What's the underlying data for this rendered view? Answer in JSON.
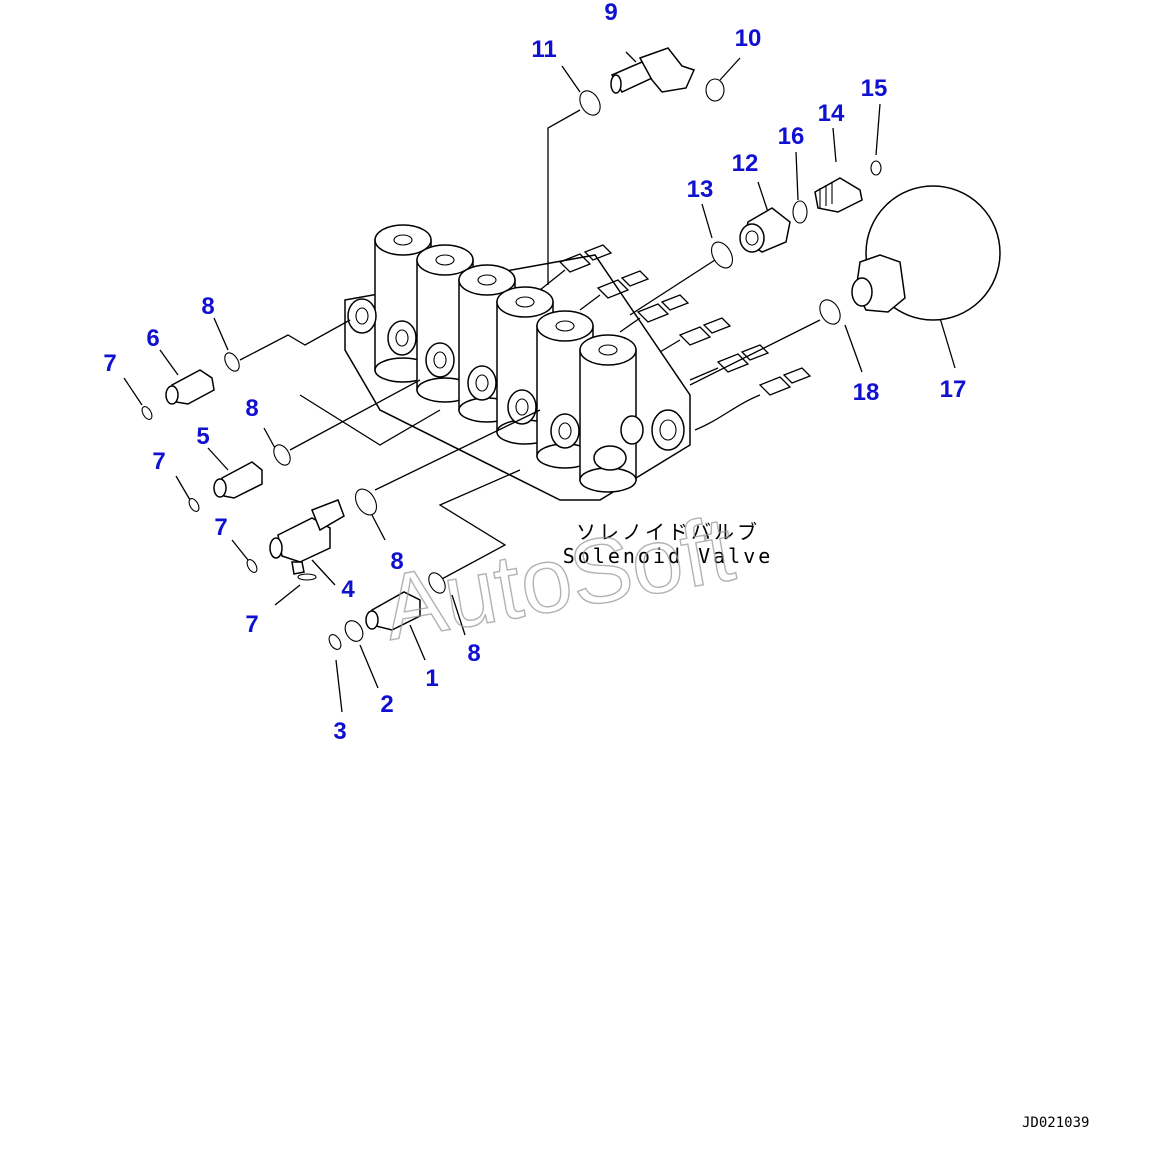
{
  "callouts": [
    {
      "id": "1",
      "label": "1"
    },
    {
      "id": "2",
      "label": "2"
    },
    {
      "id": "3",
      "label": "3"
    },
    {
      "id": "4",
      "label": "4"
    },
    {
      "id": "5",
      "label": "5"
    },
    {
      "id": "6",
      "label": "6"
    },
    {
      "id": "7a",
      "label": "7"
    },
    {
      "id": "7b",
      "label": "7"
    },
    {
      "id": "7c",
      "label": "7"
    },
    {
      "id": "7d",
      "label": "7"
    },
    {
      "id": "8a",
      "label": "8"
    },
    {
      "id": "8b",
      "label": "8"
    },
    {
      "id": "8c",
      "label": "8"
    },
    {
      "id": "8d",
      "label": "8"
    },
    {
      "id": "9",
      "label": "9"
    },
    {
      "id": "10",
      "label": "10"
    },
    {
      "id": "11",
      "label": "11"
    },
    {
      "id": "12",
      "label": "12"
    },
    {
      "id": "13",
      "label": "13"
    },
    {
      "id": "14",
      "label": "14"
    },
    {
      "id": "15",
      "label": "15"
    },
    {
      "id": "16",
      "label": "16"
    },
    {
      "id": "17",
      "label": "17"
    },
    {
      "id": "18",
      "label": "18"
    }
  ],
  "labels": {
    "japanese": "ソレノイドバルブ",
    "english": "Solenoid Valve"
  },
  "watermark": "AutoSoft",
  "drawing_code": "JD021039",
  "colors": {
    "callout": "#1010d0",
    "line": "#000000",
    "watermark": "#999999"
  }
}
